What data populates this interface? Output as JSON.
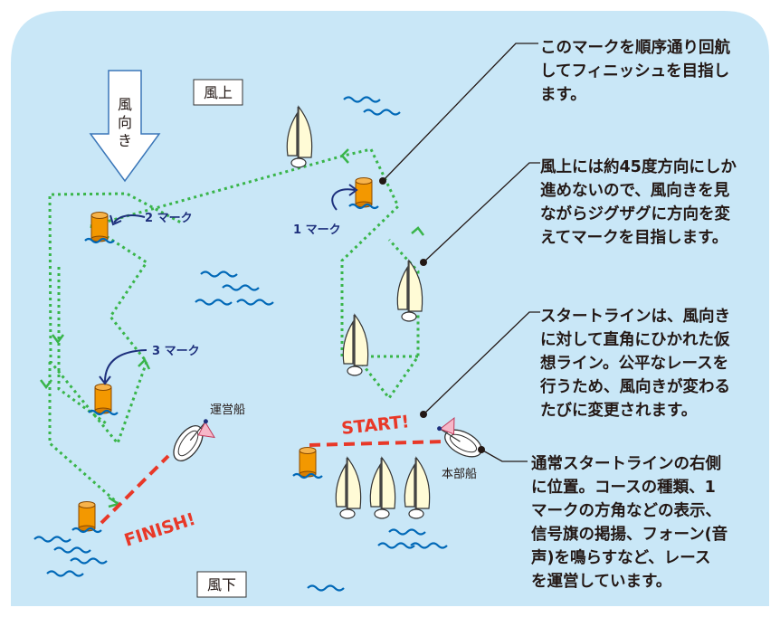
{
  "wind": {
    "arrow_label_1": "風",
    "arrow_label_2": "向",
    "arrow_label_3": "き"
  },
  "labels": {
    "upwind": "風上",
    "downwind": "風下",
    "mark1": "1 マーク",
    "mark2": "2 マーク",
    "mark3": "3 マーク",
    "operation_boat": "運営船",
    "committee_boat": "本部船",
    "start": "START!",
    "finish": "FINISH!"
  },
  "annotations": [
    {
      "lines": [
        "このマークを順序通り回航",
        "してフィニッシュを目指し",
        "ます。"
      ]
    },
    {
      "lines": [
        "風上には約45度方向にしか",
        "進めないので、風向きを見",
        "ながらジグザグに方向を変",
        "えてマークを目指します。"
      ]
    },
    {
      "lines": [
        "スタートラインは、風向き",
        "に対して直角にひかれた仮",
        "想ライン。公平なレースを",
        "行うため、風向きが変わる",
        "たびに変更されます。"
      ]
    },
    {
      "lines": [
        "通常スタートラインの右側",
        "に位置。コースの種類、1",
        "マークの方角などの表示、",
        "信号旗の掲揚、フォーン(音",
        "声)を鳴らすなど、レース",
        "を運営しています。"
      ]
    }
  ],
  "colors": {
    "background": "#c9e7f7",
    "course_line": "#39b54a",
    "start_line": "#e83828",
    "buoy": "#f39800",
    "wave": "#0068b7",
    "mark_label": "#1d2f7c",
    "wind_arrow_stroke": "#3a76b8"
  }
}
